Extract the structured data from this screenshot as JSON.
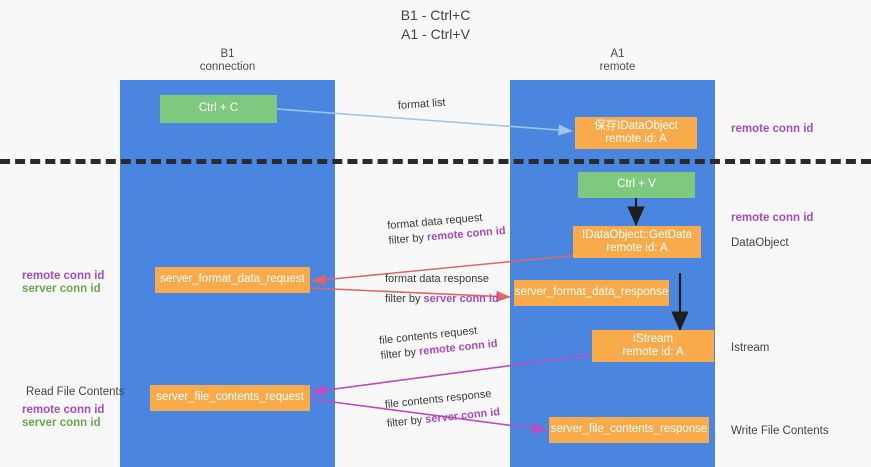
{
  "title": {
    "line1": "B1 - Ctrl+C",
    "line2": "A1 - Ctrl+V"
  },
  "columns": [
    {
      "id": "b1",
      "name": "B1",
      "role": "connection",
      "color": "#4a86e0"
    },
    {
      "id": "a1",
      "name": "A1",
      "role": "remote",
      "color": "#4a86e0"
    }
  ],
  "colors": {
    "column": "#4a86e0",
    "orange_box": "#f9ab4b",
    "green_box": "#7fc97f",
    "remote_conn_id": "#a64dbf",
    "server_conn_id": "#6aa84f",
    "arrow_format_list": "#9fc5e8",
    "arrow_format_data": "#e06666",
    "arrow_file_contents": "#c04ac0",
    "arrow_black": "#1f1f1f",
    "divider": "#2b2b2b"
  },
  "boxes": {
    "ctrl_c": {
      "label": "Ctrl + C"
    },
    "ctrl_v": {
      "label": "Ctrl + V"
    },
    "save_idataobject": {
      "line1": "保存IDataObject",
      "line2": "remote id: A"
    },
    "getdata": {
      "line1": "IDataObject::GetData",
      "line2": "remote id: A"
    },
    "istream": {
      "line1": "IStream",
      "line2": "remote id: A"
    },
    "server_format_data_request": {
      "label": "server_format_data_request"
    },
    "server_format_data_response": {
      "label": "server_format_data_response"
    },
    "server_file_contents_request": {
      "label": "server_file_contents_request"
    },
    "server_file_contents_response": {
      "label": "server_file_contents_response"
    }
  },
  "edge_labels": {
    "format_list": {
      "text": "format list"
    },
    "format_data_request": {
      "line1": "format data request",
      "prefix": "filter by ",
      "id": "remote conn id"
    },
    "format_data_response": {
      "line1": "format data response",
      "prefix": "filter by ",
      "id": "server conn id"
    },
    "file_contents_request": {
      "line1": "file contents request",
      "prefix": "filter by ",
      "id": "remote conn id"
    },
    "file_contents_response": {
      "line1": "file contents response",
      "prefix": "filter by ",
      "id": "server conn id"
    }
  },
  "annotations": {
    "right_top_remote": "remote conn id",
    "right_mid_remote": "remote conn id",
    "right_dataobject": "DataObject",
    "right_istream": "Istream",
    "right_write_file": "Write File Contents",
    "left_mid_remote": "remote conn id",
    "left_mid_server": "server conn id",
    "left_read_file": "Read File Contents",
    "left_bot_remote": "remote conn id",
    "left_bot_server": "server conn id"
  }
}
